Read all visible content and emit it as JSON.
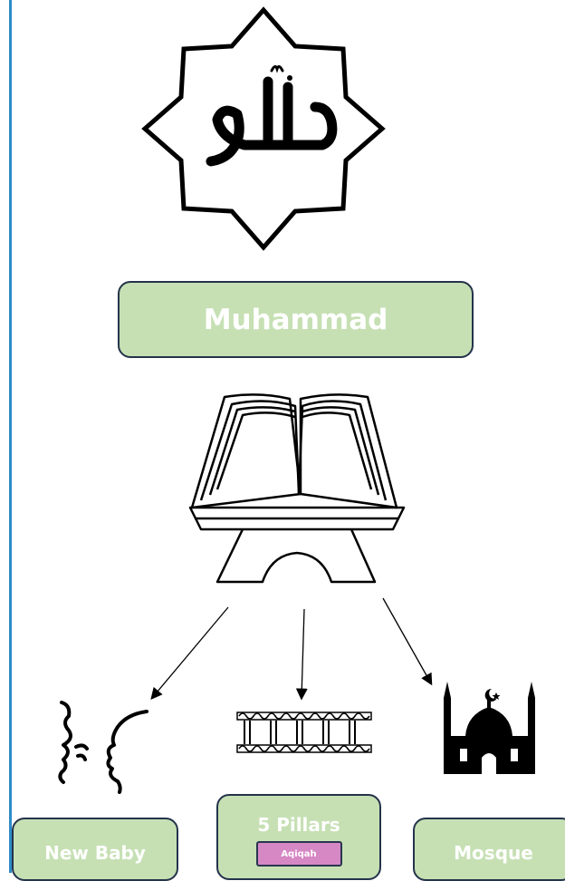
{
  "top_emblem": {
    "icon": "allah-calligraphy-star-icon",
    "lettering": "الله"
  },
  "center_node": {
    "label": "Muhammad"
  },
  "book": {
    "icon": "quran-on-stand-icon"
  },
  "children": [
    {
      "label": "New Baby",
      "icon": "whisper-faces-icon"
    },
    {
      "label": "5 Pillars",
      "icon": "pillars-icon",
      "tag": "Aqiqah"
    },
    {
      "label": "Mosque",
      "icon": "mosque-icon"
    }
  ],
  "colors": {
    "box_fill": "#c6e0b4",
    "box_border": "#24334b",
    "tag_fill": "#d688c5",
    "rule": "#2e8bc7"
  }
}
